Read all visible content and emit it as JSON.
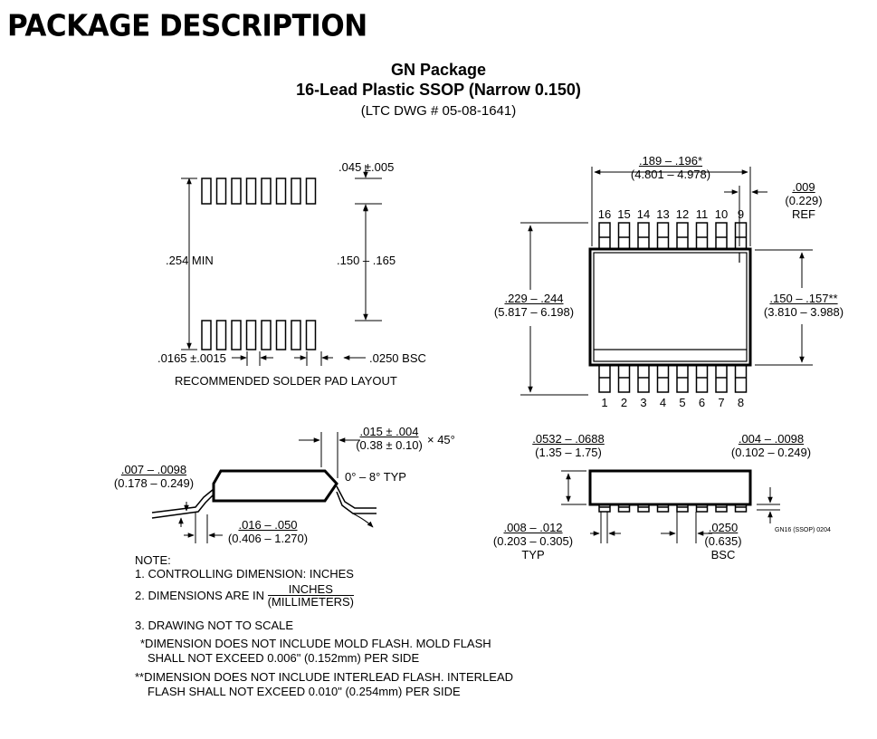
{
  "heading": "PACKAGE DESCRIPTION",
  "package": {
    "title": "GN Package",
    "subtitle": "16-Lead Plastic SSOP (Narrow 0.150)",
    "dwg": "(LTC DWG # 05-08-1641)"
  },
  "solder_layout": {
    "pad_height": ".045 ±.005",
    "min_span": ".254 MIN",
    "inner_span": ".150 – .165",
    "pad_width": ".0165 ±.0015",
    "pitch": ".0250 BSC",
    "caption": "RECOMMENDED SOLDER PAD LAYOUT"
  },
  "top_view": {
    "length_in": ".189 – .196*",
    "length_mm": "(4.801 – 4.978)",
    "ref_in": ".009",
    "ref_mm": "(0.229)",
    "ref_label": "REF",
    "overall_in": ".229 – .244",
    "overall_mm": "(5.817 – 6.198)",
    "body_in": ".150 – .157**",
    "body_mm": "(3.810 – 3.988)",
    "pins_top": [
      "16",
      "15",
      "14",
      "13",
      "12",
      "11",
      "10",
      "9"
    ],
    "pins_bottom": [
      "1",
      "2",
      "3",
      "4",
      "5",
      "6",
      "7",
      "8"
    ]
  },
  "side_view": {
    "chamfer_in": ".015 ± .004",
    "chamfer_mm": "(0.38 ± 0.10)",
    "chamfer_angle": "× 45°",
    "lead_thk_in": ".007 – .0098",
    "lead_thk_mm": "(0.178 – 0.249)",
    "angle": "0° – 8° TYP",
    "foot_in": ".016 – .050",
    "foot_mm": "(0.406 – 1.270)"
  },
  "end_view": {
    "height_in": ".0532 – .0688",
    "height_mm": "(1.35 – 1.75)",
    "standoff_in": ".004 – .0098",
    "standoff_mm": "(0.102 – 0.249)",
    "lead_w_in": ".008 – .012",
    "lead_w_mm": "(0.203 – 0.305)",
    "lead_w_typ": "TYP",
    "pitch_in": ".0250",
    "pitch_mm": "(0.635)",
    "pitch_bsc": "BSC",
    "code": "GN16 (SSOP) 0204"
  },
  "notes": {
    "title": "NOTE:",
    "n1": "1. CONTROLLING DIMENSION: INCHES",
    "n2_prefix": "2. DIMENSIONS ARE IN",
    "n2_num": "INCHES",
    "n2_den": "(MILLIMETERS)",
    "n3": "3. DRAWING NOT TO SCALE",
    "star1_a": "*DIMENSION DOES NOT INCLUDE MOLD FLASH. MOLD FLASH",
    "star1_b": "SHALL NOT EXCEED 0.006\" (0.152mm) PER SIDE",
    "star2_a": "**DIMENSION DOES NOT INCLUDE INTERLEAD FLASH. INTERLEAD",
    "star2_b": "FLASH SHALL NOT EXCEED 0.010\" (0.254mm) PER SIDE"
  }
}
